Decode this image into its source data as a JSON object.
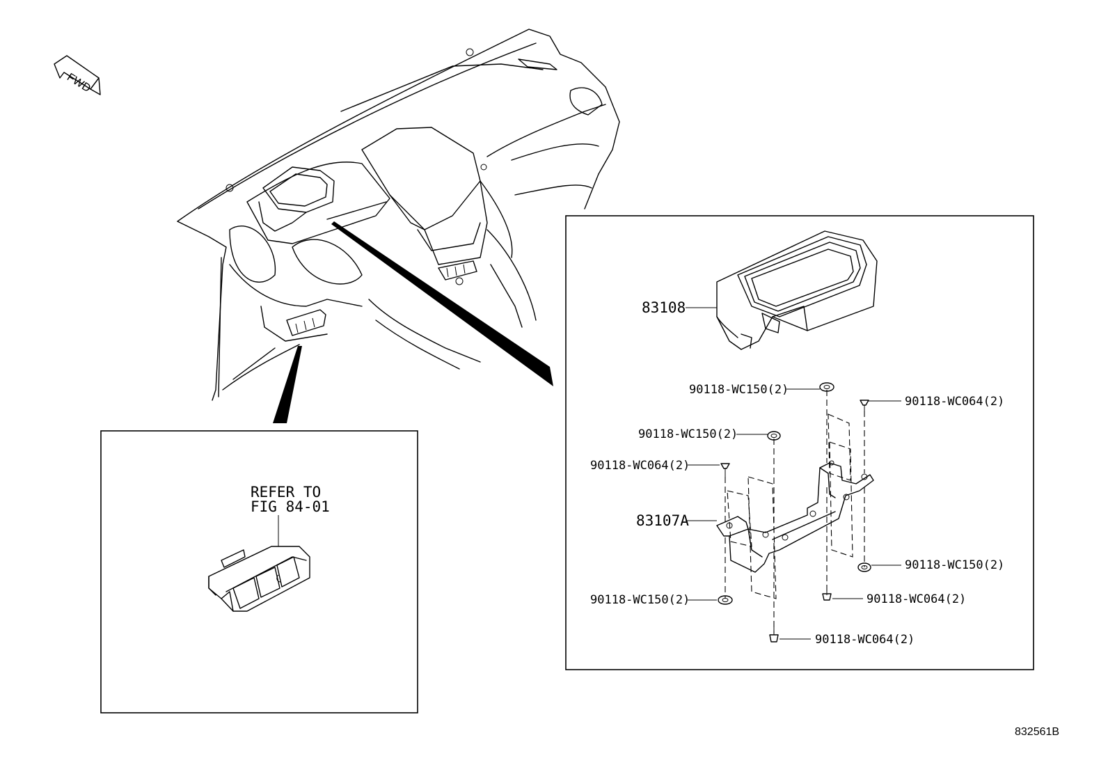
{
  "fwd_label": "FWD",
  "figure_id": "832561B",
  "refer_note": {
    "line1": "REFER TO",
    "line2": "FIG 84-01"
  },
  "parts": {
    "display": "83108",
    "bracket": "83107A",
    "nut_top": "90118-WC150(2)",
    "screw_top_right": "90118-WC064(2)",
    "nut_upper_mid": "90118-WC150(2)",
    "screw_left": "90118-WC064(2)",
    "nut_right": "90118-WC150(2)",
    "nut_bottom_left": "90118-WC150(2)",
    "screw_bottom_right": "90118-WC064(2)",
    "screw_bottom": "90118-WC064(2)"
  }
}
